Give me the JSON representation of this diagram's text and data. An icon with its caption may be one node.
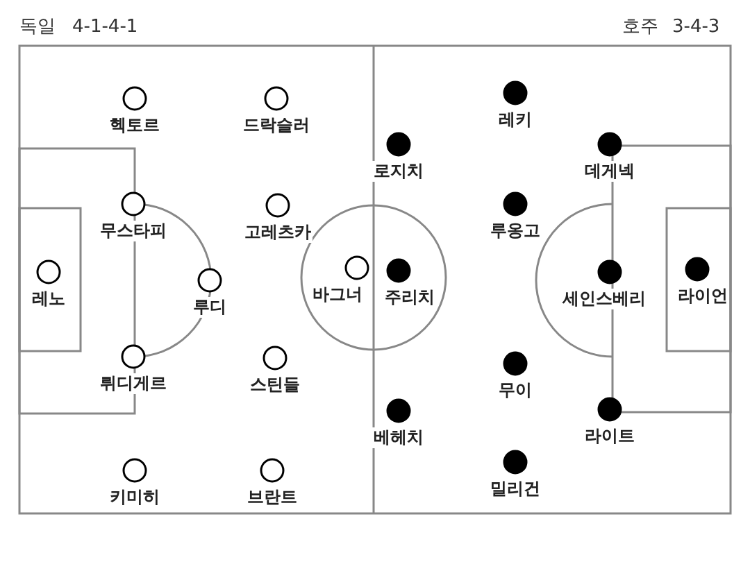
{
  "diagram": {
    "nodes": [
      {
        "text": [
          "헥토르"
        ]
      },
      {
        "text": [
          "드락슬러"
        ]
      },
      {
        "text": [
          "레노"
        ]
      },
      {
        "text": [
          "무스타피"
        ]
      },
      {
        "text": [
          "고레츠카"
        ]
      },
      {
        "text": [
          "루디"
        ]
      },
      {
        "text": [
          "바그너"
        ]
      },
      {
        "text": [
          "뤼디게르"
        ]
      },
      {
        "text": [
          "스틴들"
        ]
      },
      {
        "text": [
          "키미히"
        ]
      },
      {
        "text": [
          "브란트"
        ]
      },
      {
        "text": [
          "레키"
        ]
      },
      {
        "text": [
          "로지치"
        ]
      },
      {
        "text": [
          "데게넥"
        ]
      },
      {
        "text": [
          "루옹고"
        ]
      },
      {
        "text": [
          "주리치"
        ]
      },
      {
        "text": [
          "세인스베리"
        ]
      },
      {
        "text": [
          "라이언"
        ]
      },
      {
        "text": [
          "무이"
        ]
      },
      {
        "text": [
          "베헤치"
        ]
      },
      {
        "text": [
          "라이트"
        ]
      },
      {
        "text": [
          "밀리건"
        ]
      }
    ],
    "labels": [
      "독일",
      "4-1-4-1",
      "호주",
      "3-4-3"
    ]
  }
}
